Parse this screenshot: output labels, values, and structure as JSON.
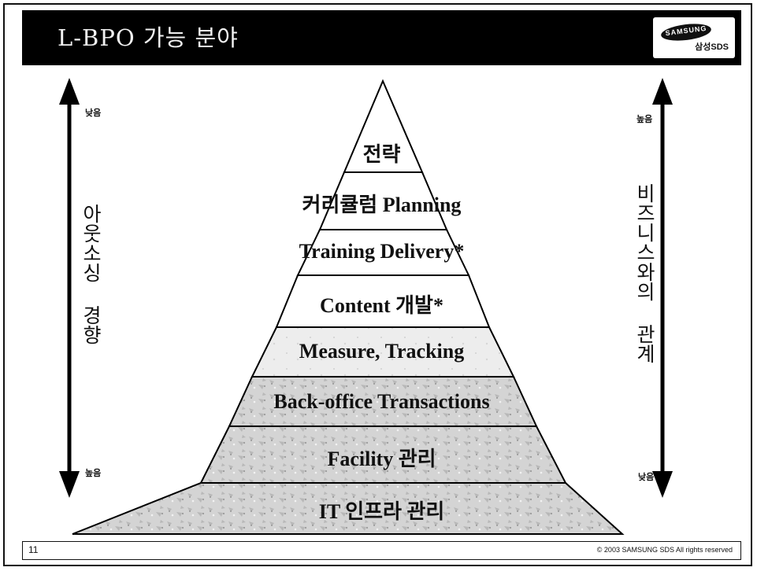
{
  "title": "L-BPO 가능 분야",
  "logo": {
    "brand": "SAMSUNG",
    "sub": "삼성SDS"
  },
  "left_axis": {
    "top": "낮음",
    "label": "아웃소싱 경향",
    "bottom": "높음"
  },
  "right_axis": {
    "top": "높음",
    "label": "비즈니스와의 관계",
    "bottom": "낮음"
  },
  "tiers": [
    {
      "label": "전략"
    },
    {
      "label": "커리큘럼 Planning"
    },
    {
      "label": "Training Delivery*"
    },
    {
      "label": "Content 개발*"
    },
    {
      "label": "Measure, Tracking"
    },
    {
      "label": "Back-office Transactions"
    },
    {
      "label": "Facility 관리"
    },
    {
      "label": "IT 인프라 관리"
    }
  ],
  "footer": {
    "page": "11",
    "copyright": "© 2003 SAMSUNG SDS  All rights reserved"
  }
}
